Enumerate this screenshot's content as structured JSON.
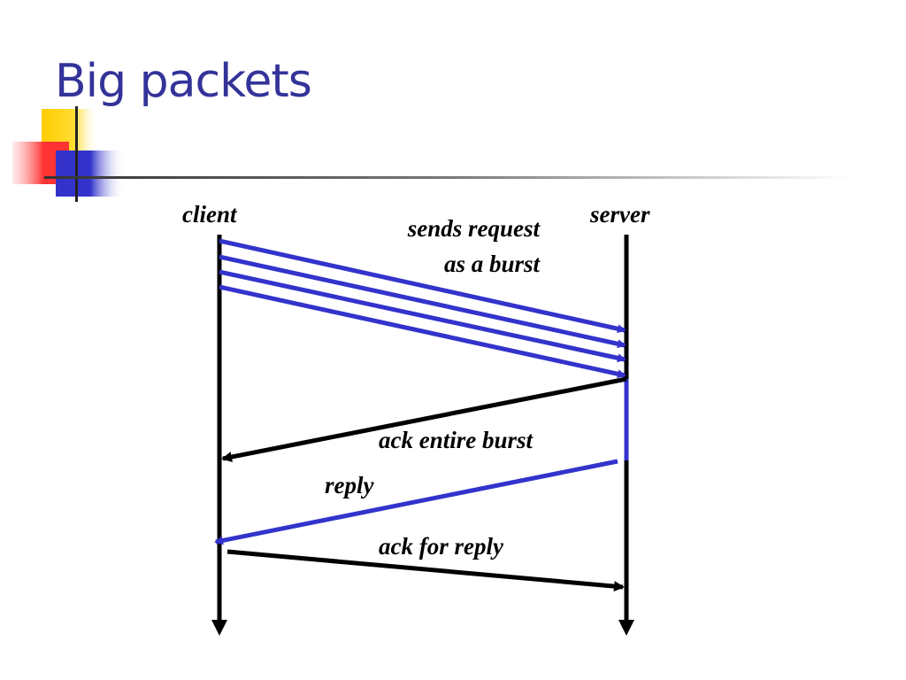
{
  "slide": {
    "title": "Big packets"
  },
  "diagram": {
    "left_party": "client",
    "right_party": "server",
    "messages": [
      {
        "label_lines": [
          "sends request",
          "as a burst"
        ],
        "from": "client",
        "to": "server",
        "packets": 4,
        "color": "#3333CC"
      },
      {
        "label_lines": [
          "ack entire burst"
        ],
        "from": "server",
        "to": "client",
        "color": "#000000"
      },
      {
        "label_lines": [
          "reply"
        ],
        "from": "server",
        "to": "client",
        "color": "#3333CC"
      },
      {
        "label_lines": [
          "ack for reply"
        ],
        "from": "client",
        "to": "server",
        "color": "#000000"
      }
    ]
  },
  "colors": {
    "title": "#333399",
    "accent_blue": "#3333CC",
    "accent_yellow": "#FFCC00",
    "accent_red": "#FF3333",
    "timeline": "#000000"
  }
}
